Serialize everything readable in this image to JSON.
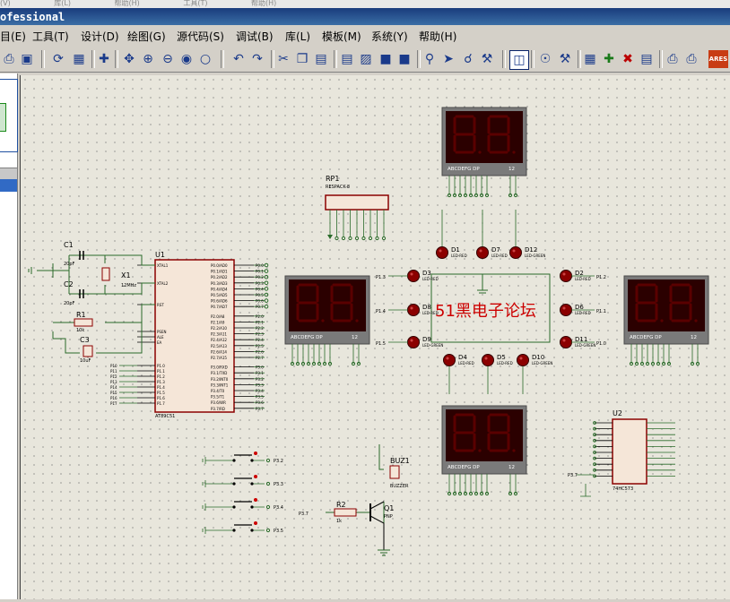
{
  "window": {
    "title": "ofessional",
    "ghost_menu": [
      "(V)",
      "库(L)",
      "帮助(H)",
      "工具(T)",
      "帮助(H)"
    ]
  },
  "menu": [
    "目(E)",
    "工具(T)",
    "设计(D)",
    "绘图(G)",
    "源代码(S)",
    "调试(B)",
    "库(L)",
    "模板(M)",
    "系统(Y)",
    "帮助(H)"
  ],
  "toolbar": {
    "icons": [
      "print-icon",
      "page-icon",
      "refresh-icon",
      "grid-icon",
      "origin-icon",
      "pan-icon",
      "zoom-in-icon",
      "zoom-out-icon",
      "zoom-all-icon",
      "zoom-area-icon",
      "undo-icon",
      "redo-icon",
      "cut-icon",
      "copy-icon",
      "paste-icon",
      "block-copy-icon",
      "block-move-icon",
      "block-rotate-icon",
      "block-delete-icon",
      "pick-icon",
      "wire-autorouter-icon",
      "search-icon",
      "property-icon",
      "netlist-icon",
      "binoculars-icon",
      "tools-icon",
      "package-icon",
      "add-icon",
      "delete-icon",
      "report-icon",
      "export-icon",
      "ares-icon"
    ],
    "ares_label": "ARES"
  },
  "schematic": {
    "watermark": "51黑电子论坛",
    "mcu": {
      "ref": "U1",
      "part": "AT89C51",
      "left_pins": [
        "XTAL1",
        "XTAL2",
        "RST",
        "PSEN",
        "ALE",
        "EA",
        "P1.0",
        "P1.1",
        "P1.2",
        "P1.3",
        "P1.4",
        "P1.5",
        "P1.6",
        "P1.7"
      ],
      "right_pins": [
        "P0.0/AD0",
        "P0.1/AD1",
        "P0.2/AD2",
        "P0.3/AD3",
        "P0.4/AD4",
        "P0.5/AD5",
        "P0.6/AD6",
        "P0.7/AD7",
        "P2.0/A8",
        "P2.1/A9",
        "P2.2/A10",
        "P2.3/A11",
        "P2.4/A12",
        "P2.5/A13",
        "P2.6/A14",
        "P2.7/A15",
        "P3.0/RXD",
        "P3.1/TXD",
        "P3.2/INT0",
        "P3.3/INT1",
        "P3.4/T0",
        "P3.5/T1",
        "P3.6/WR",
        "P3.7/RD"
      ]
    },
    "crystal": {
      "ref": "X1",
      "value": "12MHz"
    },
    "caps": [
      {
        "ref": "C1",
        "value": "20pF"
      },
      {
        "ref": "C2",
        "value": "20pF"
      },
      {
        "ref": "C3",
        "value": "10uF"
      }
    ],
    "resistors": [
      {
        "ref": "R1",
        "value": "10k"
      },
      {
        "ref": "R2",
        "value": "1k"
      }
    ],
    "rp": {
      "ref": "RP1",
      "part": "RESPACK-8"
    },
    "displays": [
      {
        "name": "display-top",
        "pins": "ABCDEFG DP",
        "digits": "12"
      },
      {
        "name": "display-left",
        "pins": "ABCDEFG DP",
        "digits": "12"
      },
      {
        "name": "display-right",
        "pins": "ABCDEFG DP",
        "digits": "12"
      },
      {
        "name": "display-bottom",
        "pins": "ABCDEFG DP",
        "digits": "12"
      }
    ],
    "leds": [
      {
        "ref": "D1",
        "part": "LED-RED"
      },
      {
        "ref": "D7",
        "part": "LED-RED"
      },
      {
        "ref": "D12",
        "part": "LED-GREEN"
      },
      {
        "ref": "D3",
        "part": "LED-RED"
      },
      {
        "ref": "D8",
        "part": "LED-RED"
      },
      {
        "ref": "D9",
        "part": "LED-GREEN"
      },
      {
        "ref": "D2",
        "part": "LED-RED"
      },
      {
        "ref": "D6",
        "part": "LED-RED"
      },
      {
        "ref": "D11",
        "part": "LED-GREEN"
      },
      {
        "ref": "D4",
        "part": "LED-RED"
      },
      {
        "ref": "D5",
        "part": "LED-RED"
      },
      {
        "ref": "D10",
        "part": "LED-GREEN"
      }
    ],
    "latch": {
      "ref": "U2",
      "part": "74HC573"
    },
    "buzzer": {
      "ref": "BUZ1",
      "part": "BUZZER"
    },
    "transistor": {
      "ref": "Q1",
      "part": "PNP"
    },
    "buttons": [
      "P3.2",
      "P3.3",
      "P3.4",
      "P3.5"
    ],
    "nets": {
      "p37": "P3.7",
      "led_left_top": "P1.3",
      "led_left_mid": "P1.4",
      "led_left_bot": "P1.5",
      "led_right_top": "P1.2",
      "led_right_mid": "P1.1",
      "led_right_bot": "P1.0"
    }
  },
  "colors": {
    "component_border": "#8b0000",
    "component_fill": "#f5e6d8",
    "wire": "#2a6b2a",
    "led_body": "#8b0000",
    "display_bg": "#2b0000",
    "segment_dim": "#5a0000",
    "label": "#000000",
    "watermark": "#cc0000"
  }
}
